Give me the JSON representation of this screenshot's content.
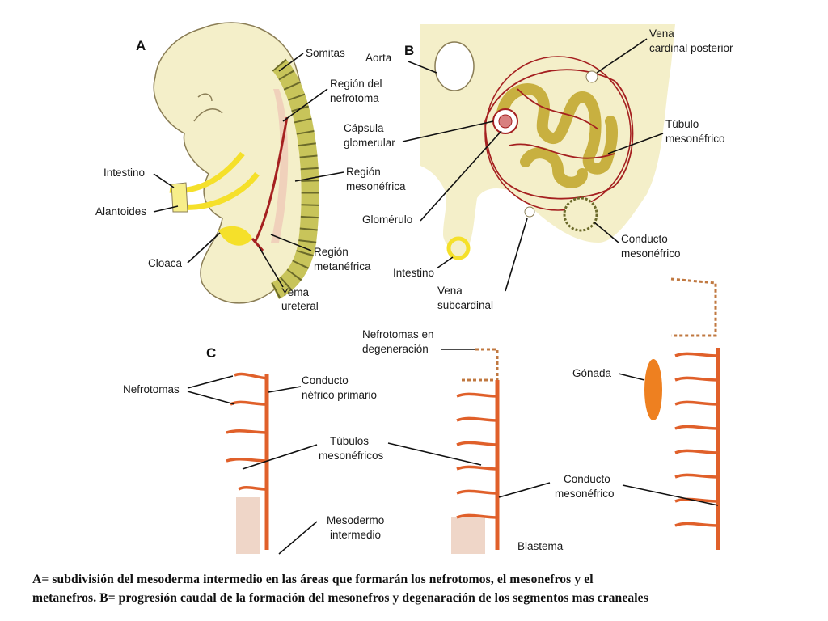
{
  "panels": {
    "a": "A",
    "b": "B",
    "c": "C"
  },
  "labels_a": {
    "somitas": "Somitas",
    "region_nefrotoma_1": "Región del",
    "region_nefrotoma_2": "nefrotoma",
    "intestino": "Intestino",
    "region_mesonefrica_1": "Región",
    "region_mesonefrica_2": "mesonéfrica",
    "alantoides": "Alantoides",
    "cloaca": "Cloaca",
    "region_metanefrica_1": "Región",
    "region_metanefrica_2": "metanéfrica",
    "yema_ureteral_1": "Yema",
    "yema_ureteral_2": "ureteral"
  },
  "labels_b": {
    "aorta": "Aorta",
    "vena_cardinal_1": "Vena",
    "vena_cardinal_2": "cardinal posterior",
    "capsula_1": "Cápsula",
    "capsula_2": "glomerular",
    "tubulo_1": "Túbulo",
    "tubulo_2": "mesonéfrico",
    "glomerulo": "Glomérulo",
    "conducto_1": "Conducto",
    "conducto_2": "mesonéfrico",
    "intestino": "Intestino",
    "vena_sub_1": "Vena",
    "vena_sub_2": "subcardinal"
  },
  "labels_c": {
    "nefrotomas": "Nefrotomas",
    "conducto_primario_1": "Conducto",
    "conducto_primario_2": "néfrico primario",
    "degeneracion_1": "Nefrotomas en",
    "degeneracion_2": "degeneración",
    "gonada": "Gónada",
    "tubulos_1": "Túbulos",
    "tubulos_2": "mesonéfricos",
    "conducto_meso_1": "Conducto",
    "conducto_meso_2": "mesonéfrico",
    "mesodermo_1": "Mesodermo",
    "mesodermo_2": "intermedio",
    "blastema": "Blastema"
  },
  "caption": {
    "line1": "A= subdivisión del mesoderma intermedio en las áreas que formarán los nefrotomos, el mesonefros y  el",
    "line2": "metanefros. B= progresión caudal de la formación del mesonefros y degenaración de los segmentos mas craneales"
  }
}
